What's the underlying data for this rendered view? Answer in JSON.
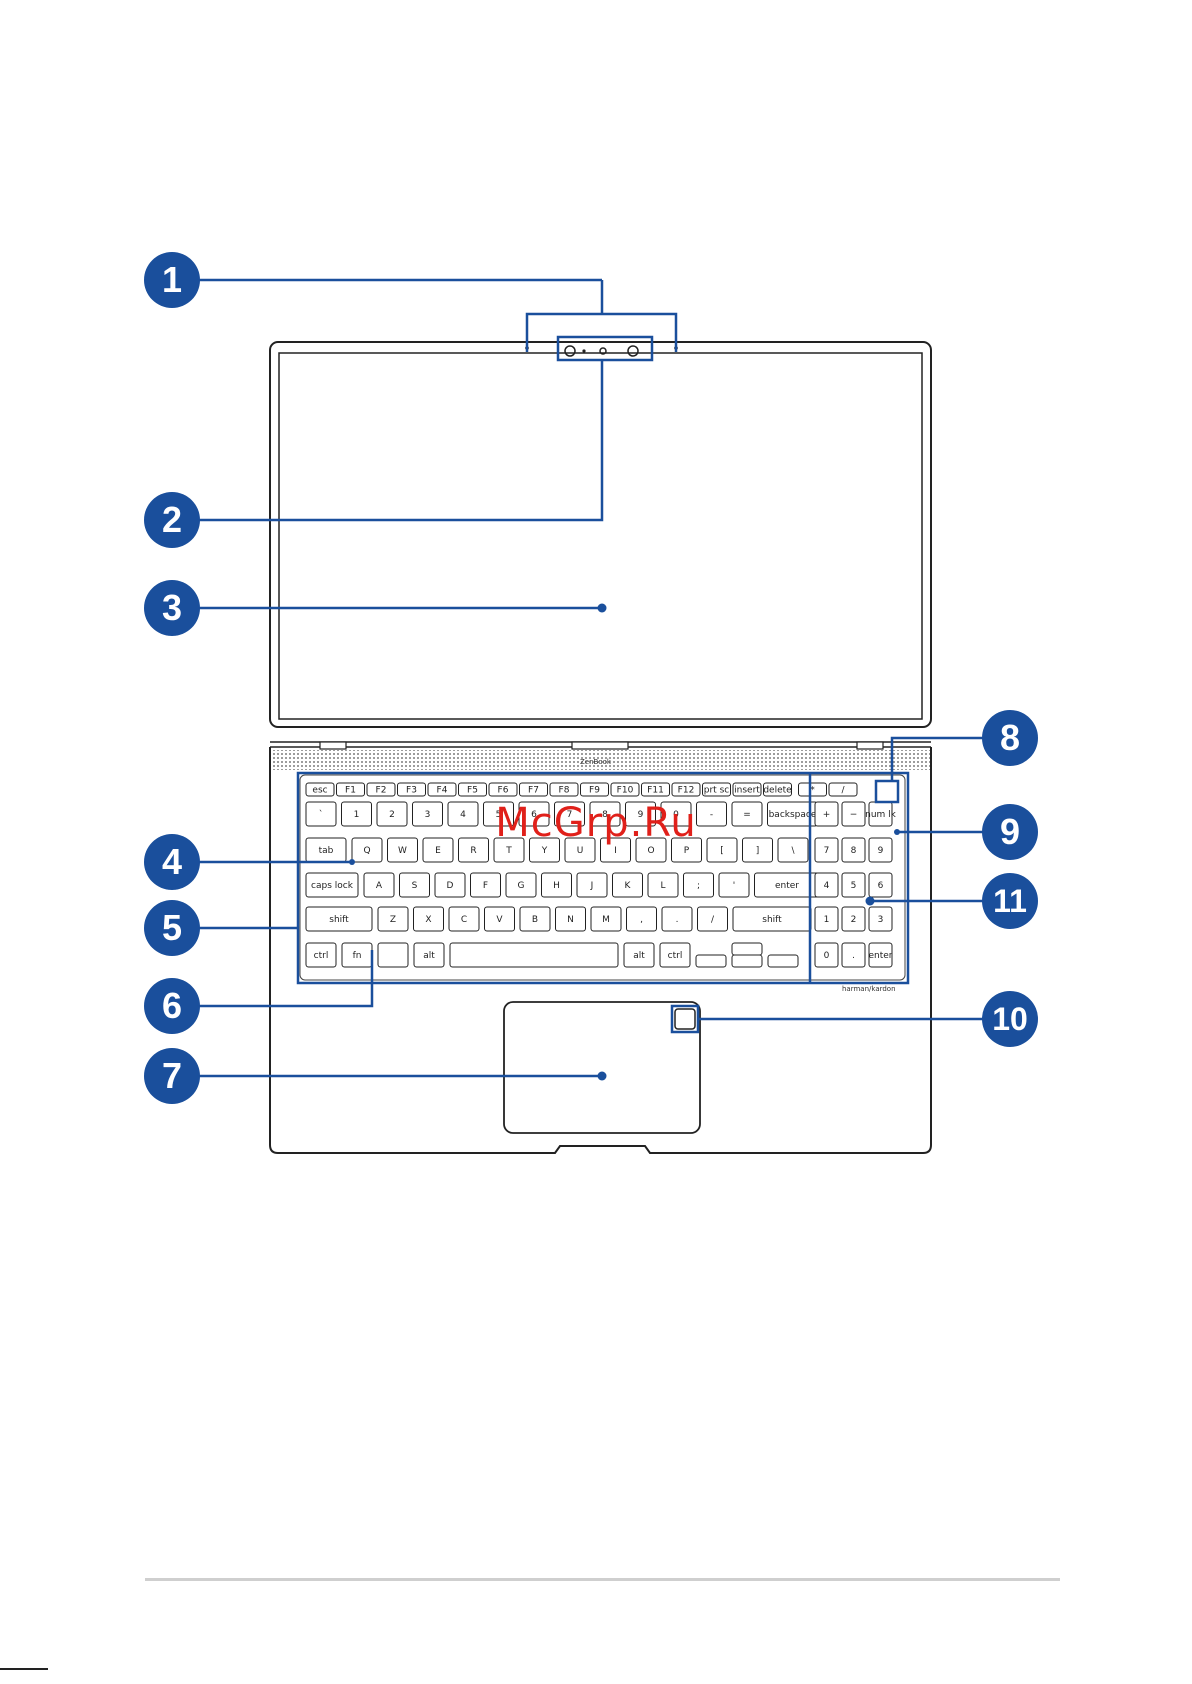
{
  "callouts": [
    "1",
    "2",
    "3",
    "4",
    "5",
    "6",
    "7",
    "8",
    "9",
    "10",
    "11"
  ],
  "keys": {
    "fn_row": [
      "esc",
      "F1",
      "F2",
      "F3",
      "F4",
      "F5",
      "F6",
      "F7",
      "F8",
      "F9",
      "F10",
      "F11",
      "F12",
      "prt sc",
      "insert",
      "delete",
      "*",
      "/"
    ],
    "num_row": [
      "`",
      "1",
      "2",
      "3",
      "4",
      "5",
      "6",
      "7",
      "8",
      "9",
      "0",
      "-",
      "="
    ],
    "q_row": [
      "Q",
      "W",
      "E",
      "R",
      "T",
      "Y",
      "U",
      "I",
      "O",
      "P",
      "[",
      "]",
      "\\"
    ],
    "a_row": [
      "A",
      "S",
      "D",
      "F",
      "G",
      "H",
      "J",
      "K",
      "L",
      ";",
      "'"
    ],
    "z_row": [
      "Z",
      "X",
      "C",
      "V",
      "B",
      "N",
      "M",
      ",",
      ".",
      "/"
    ],
    "backspace": "backspace",
    "tab": "tab",
    "caps": "caps lock",
    "enter": "enter",
    "shift": "shift",
    "ctrl": "ctrl",
    "fn": "fn",
    "alt": "alt",
    "numpad": {
      "row1": [
        "+",
        "−",
        "num lk"
      ],
      "row2": [
        "7",
        "8",
        "9"
      ],
      "row3": [
        "4",
        "5",
        "6"
      ],
      "row4": [
        "1",
        "2",
        "3"
      ],
      "row5": [
        "0",
        ".",
        "enter"
      ]
    }
  },
  "brand_text": "ZenBook",
  "speaker_brand": "harman/kardon",
  "watermark": "McGrp.Ru"
}
